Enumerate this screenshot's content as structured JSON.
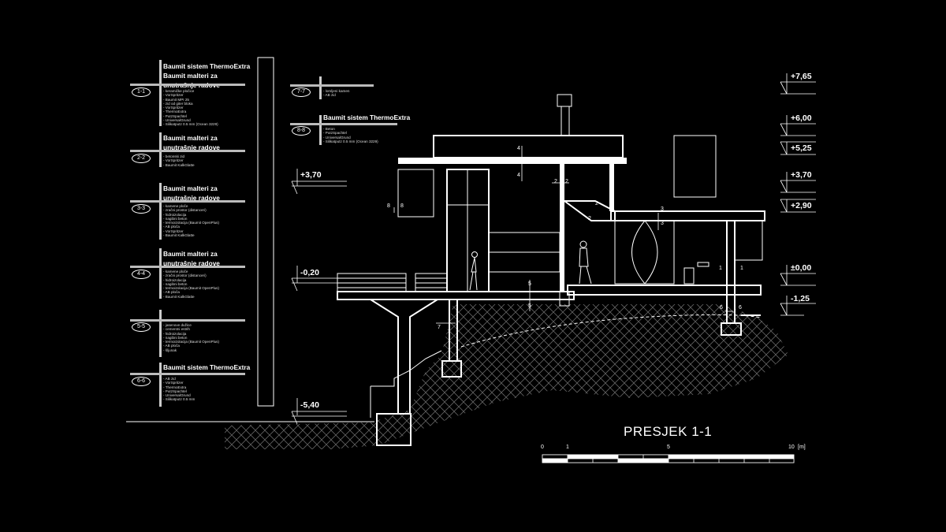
{
  "legends": [
    {
      "tag": "1-1",
      "heading": [
        "Baumit sistem ThermoExtra",
        "Baumit malteri za",
        "unutrašnje radove"
      ],
      "items": [
        "- keramičke pločice",
        "- VorSpritzer",
        "- Baumit MPI 25",
        "- zid od giter bloka",
        "- VorSpritzer",
        "- ThermoExtra",
        "- PutzSpachtel",
        "- UniversalGrund",
        "- Silikatputz   0.5 mm (Ocean 3229)"
      ]
    },
    {
      "tag": "2-2",
      "heading": [
        "Baumit malteri za",
        "unutrašnje radove"
      ],
      "items": [
        "- betonski zid",
        "- VorSpritzer",
        "- Baumit KalkGlatte"
      ]
    },
    {
      "tag": "3-3",
      "heading": [
        "Baumit malteri za",
        "unutrašnje radove"
      ],
      "items": [
        "- kamene ploče",
        "- zračni prostor (distanceri)",
        "- hidroizolacija",
        "- nagibni beton",
        "- termoizolacija (Baumit OpenPlus)",
        "- AB ploča",
        "- VorSpritzer",
        "- Baumit KalkGlatte"
      ]
    },
    {
      "tag": "4-4",
      "heading": [
        "Baumit malteri za",
        "unutrašnje radove"
      ],
      "items": [
        "- kamene ploče",
        "- zračni prostor (distanceri)",
        "- hidroizolacija",
        "- nagibni beton",
        "- termoizolacija (Baumit OpenPlus)",
        "- AB ploča",
        "- Baumit KalkGlatte"
      ]
    },
    {
      "tag": "5-5",
      "heading": [],
      "items": [
        "- jasenove dužice",
        "- cementni estrih",
        "- hidroizolacija",
        "- nagibni beton",
        "- termoizolacija (Baumit OpenPlus)",
        "- AB ploča",
        "- šljunak"
      ]
    },
    {
      "tag": "6-6",
      "heading": [
        "Baumit sistem ThermoExtra"
      ],
      "items": [
        "- AB zid",
        "- VorSpritzer",
        "- ThermoExtra",
        "- PutzSpachtel",
        "- UniversalGrund",
        "- Silikatputz   0.5 mm"
      ]
    },
    {
      "tag": "7-7",
      "heading": [],
      "items": [
        "- lomljeni kamen",
        "- AB zid"
      ]
    },
    {
      "tag": "8-8",
      "heading": [
        "Baumit sistem ThermoExtra"
      ],
      "items": [
        "- Beton",
        "- PutzSpachtel",
        "- UniversalGrund",
        "- Silikatputz   0.5 mm (Ocean 3229)"
      ]
    }
  ],
  "levels_left": [
    "+3,70",
    "-0,20",
    "-5,40"
  ],
  "levels_right": [
    "+7,65",
    "+6,00",
    "+5,25",
    "+3,70",
    "+2,90",
    "±0,00",
    "-1,25"
  ],
  "section_marks": [
    "4",
    "4",
    "2",
    "2",
    "2",
    "2",
    "3",
    "3",
    "8",
    "8",
    "5",
    "5",
    "7",
    "6",
    "6",
    "1",
    "1"
  ],
  "title": "PRESJEK 1-1",
  "scale": {
    "labels": [
      "0",
      "1",
      "5",
      "10"
    ],
    "unit": "[m]"
  },
  "colors": {
    "background": "#000000",
    "lines": "#ffffff"
  }
}
